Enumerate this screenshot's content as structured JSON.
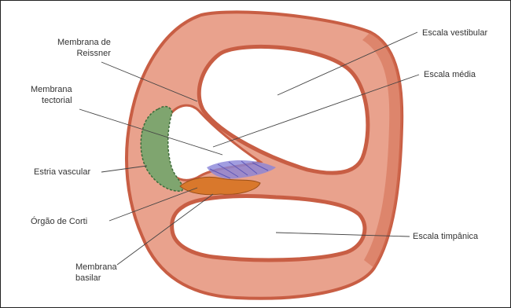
{
  "labels": {
    "membrana_reissner": "Membrana de\nReissner",
    "membrana_tectorial": "Membrana\ntectorial",
    "estria_vascular": "Estria vascular",
    "orgao_corti": "Órgão de Corti",
    "membrana_basilar": "Membrana\nbasilar",
    "escala_vestibular": "Escala vestibular",
    "escala_media": "Escala média",
    "escala_timpanica": "Escala timpânica"
  },
  "colors": {
    "tissue": "#e9a28d",
    "tissue_dark": "#c85e44",
    "stria": "#7fa56f",
    "organ": "#d9782c",
    "tectorial": "#8a84d8",
    "leader": "#444444"
  }
}
